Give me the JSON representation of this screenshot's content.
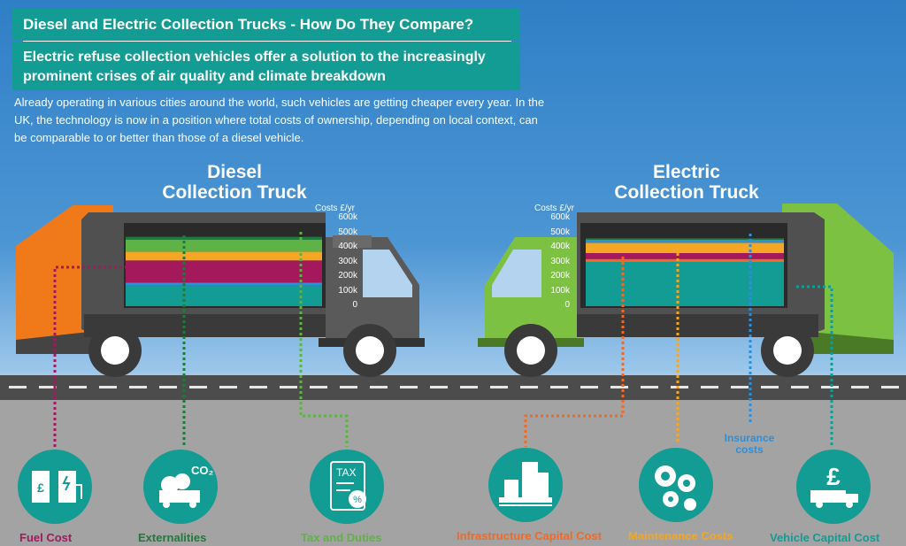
{
  "header": {
    "title": "Diesel and Electric Collection Trucks - How Do They Compare?",
    "subtitle": "Electric refuse collection vehicles offer a solution to the increasingly prominent crises of air quality and climate breakdown"
  },
  "intro": "Already operating in various cities around the world, such vehicles are getting cheaper every year. In the UK, the technology is now in a position where total costs of ownership, depending on local context, can be comparable to or better than those of a diesel vehicle.",
  "diesel": {
    "title_line1": "Diesel",
    "title_line2": "Collection Truck",
    "axis_label": "Costs £/yr",
    "ticks": [
      "600k",
      "500k",
      "400k",
      "300k",
      "200k",
      "100k",
      "0"
    ]
  },
  "electric": {
    "title_line1": "Electric",
    "title_line2": "Collection Truck",
    "axis_label": "Costs £/yr",
    "ticks": [
      "600k",
      "500k",
      "400k",
      "300k",
      "200k",
      "100k",
      "0"
    ]
  },
  "labels": {
    "fuel": "Fuel Cost",
    "externalities": "Externalities",
    "tax": "Tax and Duties",
    "infrastructure": "Infrastructure Capital Cost",
    "maintenance": "Maintenance Costs",
    "insurance": "Insurance costs",
    "vehicle": "Vehicle Capital Cost",
    "co2": "CO₂",
    "tax_icon": "TAX"
  },
  "colors": {
    "teal": "#139c93",
    "fuel": "#a3195b",
    "externalities": "#1f7a3c",
    "tax": "#5fb246",
    "maintenance": "#f5a623",
    "infrastructure": "#ef6a26",
    "insurance": "#2d8fd8",
    "diesel_body": "#f07a1a",
    "electric_body": "#7cc142"
  },
  "chart_data": [
    {
      "type": "bar",
      "categories": [
        "Diesel Collection Truck"
      ],
      "series": [
        {
          "name": "Vehicle Capital Cost",
          "values": [
            140
          ]
        },
        {
          "name": "Insurance costs",
          "values": [
            20
          ]
        },
        {
          "name": "Fuel Cost",
          "values": [
            150
          ]
        },
        {
          "name": "Maintenance Costs",
          "values": [
            60
          ]
        },
        {
          "name": "Tax and Duties",
          "values": [
            80
          ]
        },
        {
          "name": "Externalities",
          "values": [
            20
          ]
        }
      ],
      "ylabel": "Costs £/yr",
      "ylim": [
        0,
        600
      ]
    },
    {
      "type": "bar",
      "categories": [
        "Electric Collection Truck"
      ],
      "series": [
        {
          "name": "Vehicle Capital Cost",
          "values": [
            300
          ]
        },
        {
          "name": "Infrastructure Capital Cost",
          "values": [
            20
          ]
        },
        {
          "name": "Fuel Cost",
          "values": [
            40
          ]
        },
        {
          "name": "Maintenance Costs",
          "values": [
            70
          ]
        },
        {
          "name": "Insurance costs",
          "values": [
            20
          ]
        },
        {
          "name": "Externalities",
          "values": [
            10
          ]
        }
      ],
      "ylabel": "Costs £/yr",
      "ylim": [
        0,
        600
      ]
    }
  ]
}
